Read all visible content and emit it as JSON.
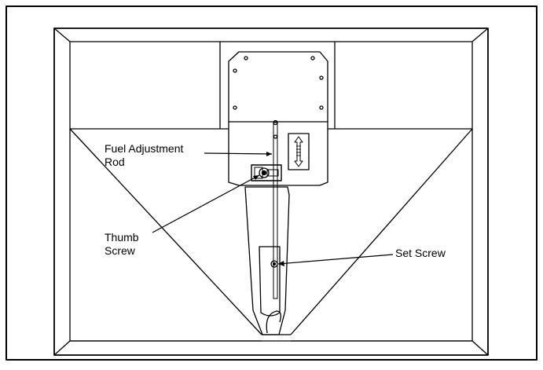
{
  "labels": {
    "fuel_adjustment_rod_line1": "Fuel Adjustment",
    "fuel_adjustment_rod_line2": "Rod",
    "thumb_screw_line1": "Thumb",
    "thumb_screw_line2": "Screw",
    "set_screw": "Set Screw"
  },
  "colors": {
    "line": "#000000",
    "background": "#ffffff"
  }
}
